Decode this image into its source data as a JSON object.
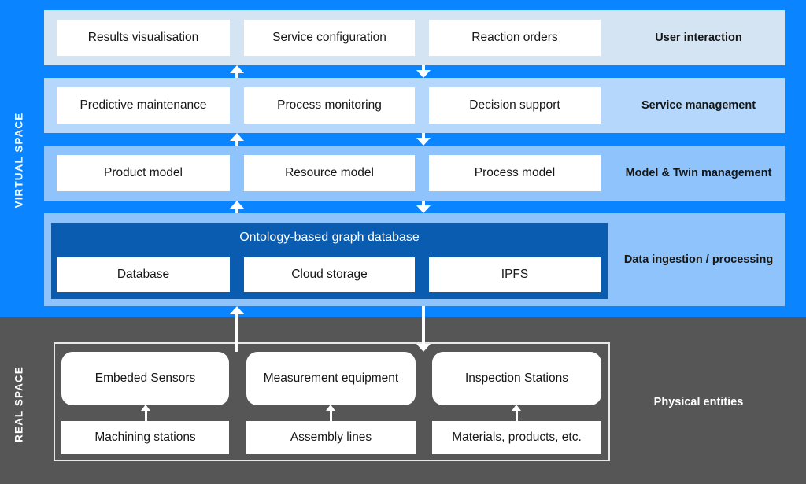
{
  "spaces": {
    "virtual_label": "VIRTUAL SPACE",
    "real_label": "REAL SPACE"
  },
  "colors": {
    "virtual_space_bg": "#0a84ff",
    "real_space_bg": "#565656",
    "band_1_bg": "#d4e4f2",
    "band_2_bg": "#b5d7fb",
    "band_3_bg": "#8ec3fc",
    "band_4_bg": "#8ec3fc",
    "ontology_box_bg": "#0a5cb0",
    "box_bg": "#ffffff",
    "text_dark": "#161616",
    "text_light": "#ffffff"
  },
  "layers": [
    {
      "name": "User interaction",
      "boxes": [
        "Results visualisation",
        "Service configuration",
        "Reaction orders"
      ]
    },
    {
      "name": "Service management",
      "boxes": [
        "Predictive maintenance",
        "Process monitoring",
        "Decision support"
      ]
    },
    {
      "name": "Model  & Twin management",
      "boxes": [
        "Product model",
        "Resource model",
        "Process model"
      ]
    },
    {
      "name": "Data ingestion / processing",
      "ontology_title": "Ontology-based graph database",
      "boxes": [
        "Database",
        "Cloud storage",
        "IPFS"
      ]
    }
  ],
  "real_space": {
    "group_label": "Physical entities",
    "sensors": [
      "Embeded Sensors",
      "Measurement equipment",
      "Inspection Stations"
    ],
    "sources": [
      "Machining stations",
      "Assembly lines",
      "Materials, products, etc."
    ]
  },
  "arrows": {
    "up_icon": "arrow-up-icon",
    "down_icon": "arrow-down-icon"
  }
}
